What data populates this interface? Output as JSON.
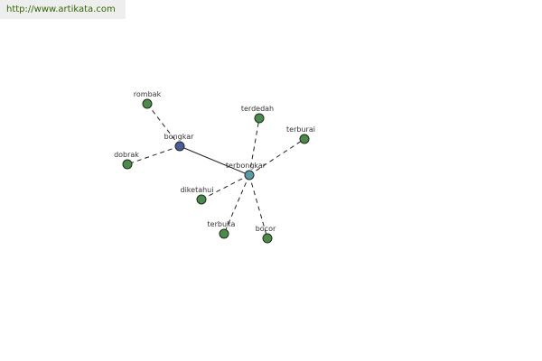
{
  "source_url": "http://www.artikata.com",
  "colors": {
    "url_text": "#336600",
    "url_background": "#eeeeee",
    "edge": "#222222",
    "label": "#333333",
    "root_node_fill": "#4b5a99",
    "center_node_fill": "#5a9aa6",
    "leaf_node_fill": "#4b8a4b",
    "node_stroke": "#1e2e1e"
  },
  "graph": {
    "nodes": [
      {
        "id": "bongkar",
        "label": "bongkar",
        "kind": "root"
      },
      {
        "id": "terbongkar",
        "label": "terbongkar",
        "kind": "center"
      },
      {
        "id": "rombak",
        "label": "rombak",
        "kind": "leaf"
      },
      {
        "id": "dobrak",
        "label": "dobrak",
        "kind": "leaf"
      },
      {
        "id": "terdedah",
        "label": "terdedah",
        "kind": "leaf"
      },
      {
        "id": "terburai",
        "label": "terburai",
        "kind": "leaf"
      },
      {
        "id": "diketahui",
        "label": "diketahui",
        "kind": "leaf"
      },
      {
        "id": "terbuka",
        "label": "terbuka",
        "kind": "leaf"
      },
      {
        "id": "bocor",
        "label": "bocor",
        "kind": "leaf"
      }
    ],
    "edges": [
      {
        "from": "bongkar",
        "to": "terbongkar",
        "style": "solid"
      },
      {
        "from": "bongkar",
        "to": "rombak",
        "style": "dashed"
      },
      {
        "from": "bongkar",
        "to": "dobrak",
        "style": "dashed"
      },
      {
        "from": "terbongkar",
        "to": "terdedah",
        "style": "dashed"
      },
      {
        "from": "terbongkar",
        "to": "terburai",
        "style": "dashed"
      },
      {
        "from": "terbongkar",
        "to": "diketahui",
        "style": "dashed"
      },
      {
        "from": "terbongkar",
        "to": "terbuka",
        "style": "dashed"
      },
      {
        "from": "terbongkar",
        "to": "bocor",
        "style": "dashed"
      }
    ]
  }
}
